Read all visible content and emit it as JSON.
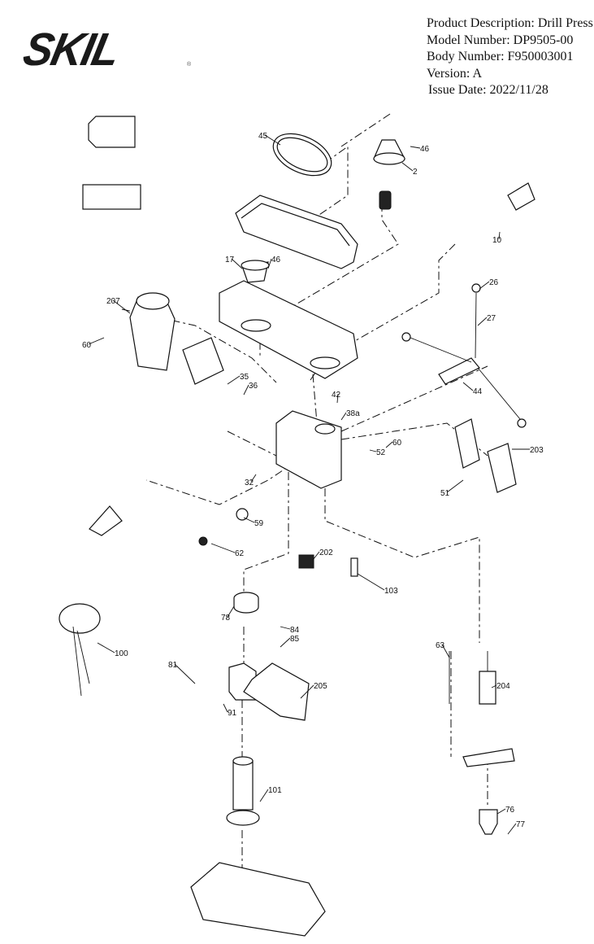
{
  "logo": {
    "text": "SKIL",
    "registered": "®"
  },
  "header": {
    "product_description": "Product Description: Drill Press",
    "model_number": "Model Number: DP9505-00",
    "body_number": "Body Number: F950003001",
    "version": "Version: A",
    "issue_date": "Issue Date: 2022/11/28"
  },
  "part_labels": [
    "45",
    "46",
    "2",
    "10",
    "17",
    "46",
    "207",
    "60",
    "26",
    "27",
    "35",
    "36",
    "42",
    "38a",
    "44",
    "60",
    "52",
    "203",
    "51",
    "32",
    "59",
    "62",
    "202",
    "103",
    "78",
    "84",
    "85",
    "100",
    "81",
    "91",
    "205",
    "63",
    "204",
    "101",
    "76",
    "77"
  ]
}
